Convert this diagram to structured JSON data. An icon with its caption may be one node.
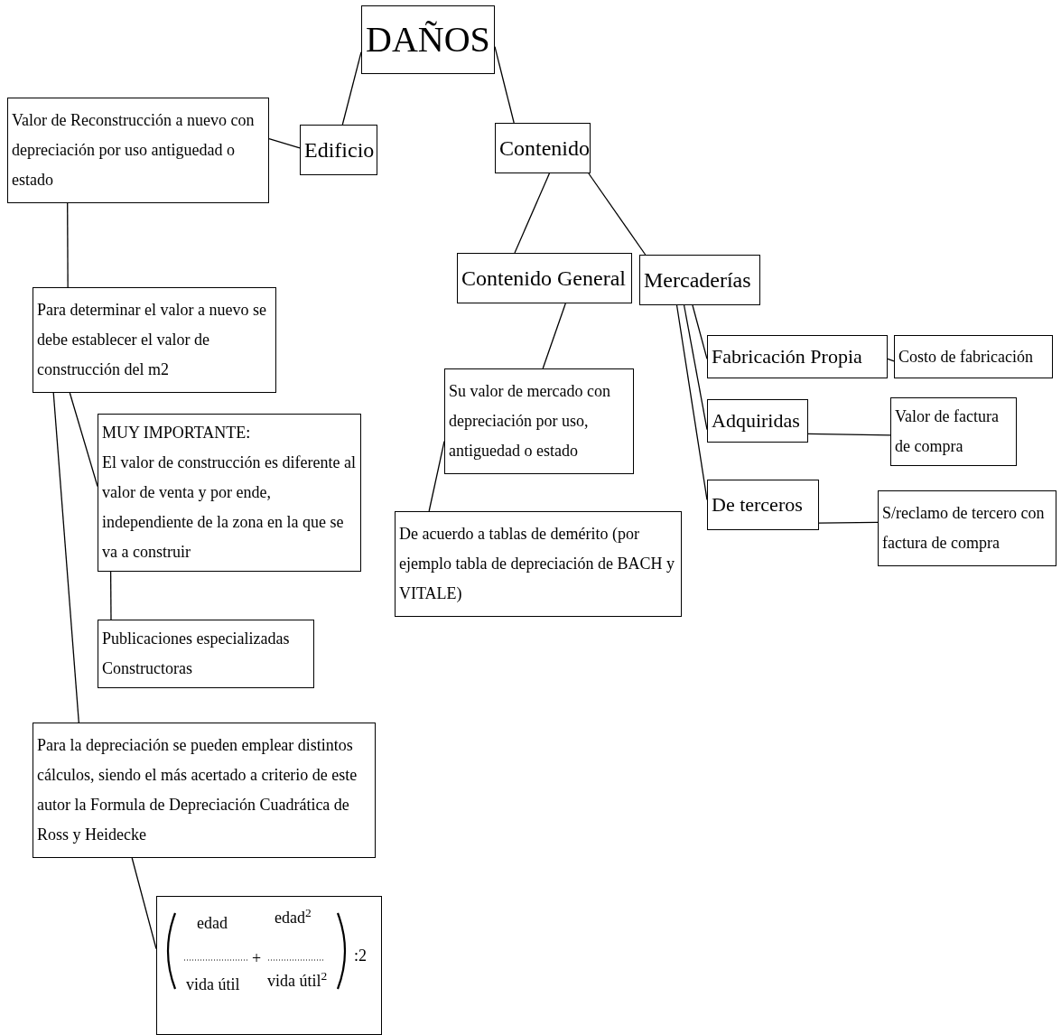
{
  "diagram": {
    "nodes": [
      {
        "text": [
          "DAÑOS"
        ]
      },
      {
        "text": [
          "Edificio"
        ]
      },
      {
        "text": [
          "Contenido"
        ]
      },
      {
        "text": [
          "Valor de Reconstrucción a nuevo con depreciación por uso antiguedad o estado"
        ]
      },
      {
        "text": [
          "Para determinar el valor a nuevo se debe establecer el valor de construcción del m2"
        ]
      },
      {
        "text": [
          "MUY IMPORTANTE:",
          "El valor de construcción es diferente al valor de venta y por ende, independiente de la zona en la que se va a construir"
        ]
      },
      {
        "text": [
          "Publicaciones especializadas Constructoras"
        ]
      },
      {
        "text": [
          "Para la depreciación se pueden emplear distintos cálculos, siendo el más acertado a criterio de este autor la Formula de Depreciación Cuadrática de Ross y Heidecke"
        ]
      },
      {
        "text": [
          "edad",
          "edad$^{2}$",
          "vida útil",
          "vida útil$^{2}$",
          "+",
          ":2"
        ]
      },
      {
        "text": [
          "Contenido General"
        ]
      },
      {
        "text": [
          "Mercaderías"
        ]
      },
      {
        "text": [
          "Su valor de mercado con depreciación por uso, antiguedad o estado"
        ]
      },
      {
        "text": [
          "De acuerdo a tablas de demérito (por ejemplo tabla de depreciación de BACH y VITALE)"
        ]
      },
      {
        "text": [
          "Fabricación Propia"
        ]
      },
      {
        "text": [
          "Costo de fabricación"
        ]
      },
      {
        "text": [
          "Adquiridas"
        ]
      },
      {
        "text": [
          "Valor de factura de compra"
        ]
      },
      {
        "text": [
          "De terceros"
        ]
      },
      {
        "text": [
          "S/reclamo de tercero con factura de compra"
        ]
      }
    ],
    "edges": [
      {
        "from": 0,
        "to": 1,
        "arrow": "none"
      },
      {
        "from": 0,
        "to": 2,
        "arrow": "none"
      },
      {
        "from": 1,
        "to": 3,
        "arrow": "none"
      },
      {
        "from": 3,
        "to": 4,
        "arrow": "none"
      },
      {
        "from": 4,
        "to": 5,
        "arrow": "none"
      },
      {
        "from": 4,
        "to": 7,
        "arrow": "none"
      },
      {
        "from": 5,
        "to": 6,
        "arrow": "none"
      },
      {
        "from": 7,
        "to": 8,
        "arrow": "none"
      },
      {
        "from": 2,
        "to": 9,
        "arrow": "none"
      },
      {
        "from": 2,
        "to": 10,
        "arrow": "none"
      },
      {
        "from": 9,
        "to": 11,
        "arrow": "none"
      },
      {
        "from": 11,
        "to": 12,
        "arrow": "none"
      },
      {
        "from": 10,
        "to": 13,
        "arrow": "none"
      },
      {
        "from": 10,
        "to": 15,
        "arrow": "none"
      },
      {
        "from": 10,
        "to": 17,
        "arrow": "none"
      },
      {
        "from": 13,
        "to": 14,
        "arrow": "none"
      },
      {
        "from": 15,
        "to": 16,
        "arrow": "none"
      },
      {
        "from": 17,
        "to": 18,
        "arrow": "none"
      }
    ]
  }
}
